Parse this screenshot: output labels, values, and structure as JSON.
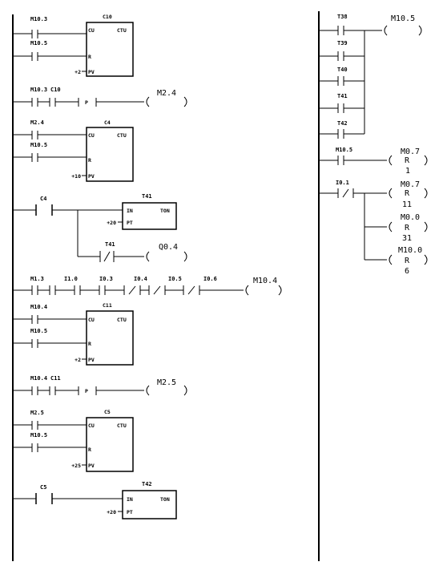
{
  "left": {
    "r1": {
      "c1": "M10.3",
      "c2": "M10.5",
      "box_title": "C10",
      "box_type": "CTU",
      "pin_cu": "CU",
      "pin_r": "R",
      "pin_pv": "PV",
      "pv_value": "+2"
    },
    "r2": {
      "c1": "M10.3",
      "c2": "C10",
      "p_label": "P",
      "coil": "M2.4"
    },
    "r3": {
      "c1": "M2.4",
      "c2": "M10.5",
      "box_title": "C4",
      "box_type": "CTU",
      "pin_cu": "CU",
      "pin_r": "R",
      "pin_pv": "PV",
      "pv_value": "+10"
    },
    "r4": {
      "c1": "C4",
      "timer_title": "T41",
      "timer_type": "TON",
      "pin_in": "IN",
      "pin_pt": "PT",
      "pt_value": "+20",
      "c2": "T41",
      "coil": "Q0.4"
    },
    "r5": {
      "c1": "M1.3",
      "c2": "I1.0",
      "c3": "I0.3",
      "c4": "I0.4",
      "c5": "I0.5",
      "c6": "I0.6",
      "coil": "M10.4"
    },
    "r6": {
      "c1": "M10.4",
      "c2": "M10.5",
      "box_title": "C11",
      "box_type": "CTU",
      "pin_cu": "CU",
      "pin_r": "R",
      "pin_pv": "PV",
      "pv_value": "+2"
    },
    "r7": {
      "c1": "M10.4",
      "c2": "C11",
      "p_label": "P",
      "coil": "M2.5"
    },
    "r8": {
      "c1": "M2.5",
      "c2": "M10.5",
      "box_title": "C5",
      "box_type": "CTU",
      "pin_cu": "CU",
      "pin_r": "R",
      "pin_pv": "PV",
      "pv_value": "+25"
    },
    "r9": {
      "c1": "C5",
      "timer_title": "T42",
      "timer_type": "TON",
      "pin_in": "IN",
      "pin_pt": "PT",
      "pt_value": "+20"
    }
  },
  "right": {
    "r1": {
      "contacts": [
        "T38",
        "T39",
        "T40",
        "T41",
        "T42"
      ],
      "coil": "M10.5"
    },
    "r2": {
      "c1": "M10.5",
      "coil": "M0.7",
      "r_label": "R",
      "count": "1"
    },
    "r3": {
      "c1": "I0.1",
      "coils": [
        {
          "addr": "M0.7",
          "r_label": "R",
          "count": "11"
        },
        {
          "addr": "M0.0",
          "r_label": "R",
          "count": "31"
        },
        {
          "addr": "M10.0",
          "r_label": "R",
          "count": "6"
        }
      ]
    }
  }
}
